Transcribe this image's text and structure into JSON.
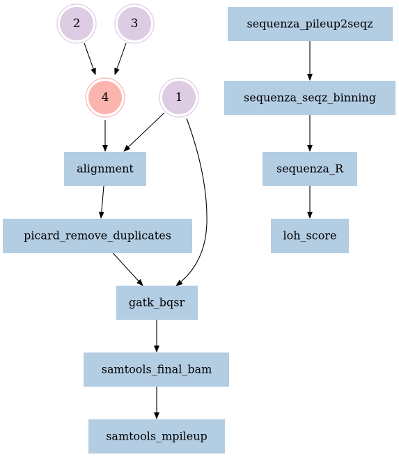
{
  "colors": {
    "box_fill": "#b3cde3",
    "input_fill": "#decbe4",
    "input_ring": "#decbe4",
    "merge_fill": "#fbb4ae",
    "merge_ring": "#fbb4ae",
    "edge": "#000000"
  },
  "nodes": {
    "n2": {
      "label": "2"
    },
    "n3": {
      "label": "3"
    },
    "n4": {
      "label": "4"
    },
    "n1": {
      "label": "1"
    },
    "alignment": {
      "label": "alignment"
    },
    "picard": {
      "label": "picard_remove_duplicates"
    },
    "gatk": {
      "label": "gatk_bqsr"
    },
    "samtools_final": {
      "label": "samtools_final_bam"
    },
    "samtools_mpileup": {
      "label": "samtools_mpileup"
    },
    "seq_pileup": {
      "label": "sequenza_pileup2seqz"
    },
    "seq_binning": {
      "label": "sequenza_seqz_binning"
    },
    "seq_r": {
      "label": "sequenza_R"
    },
    "loh": {
      "label": "loh_score"
    }
  },
  "edges": [
    {
      "from": "2",
      "to": "4"
    },
    {
      "from": "3",
      "to": "4"
    },
    {
      "from": "4",
      "to": "alignment"
    },
    {
      "from": "1",
      "to": "alignment"
    },
    {
      "from": "1",
      "to": "gatk_bqsr"
    },
    {
      "from": "alignment",
      "to": "picard_remove_duplicates"
    },
    {
      "from": "picard_remove_duplicates",
      "to": "gatk_bqsr"
    },
    {
      "from": "gatk_bqsr",
      "to": "samtools_final_bam"
    },
    {
      "from": "samtools_final_bam",
      "to": "samtools_mpileup"
    },
    {
      "from": "sequenza_pileup2seqz",
      "to": "sequenza_seqz_binning"
    },
    {
      "from": "sequenza_seqz_binning",
      "to": "sequenza_R"
    },
    {
      "from": "sequenza_R",
      "to": "loh_score"
    }
  ]
}
